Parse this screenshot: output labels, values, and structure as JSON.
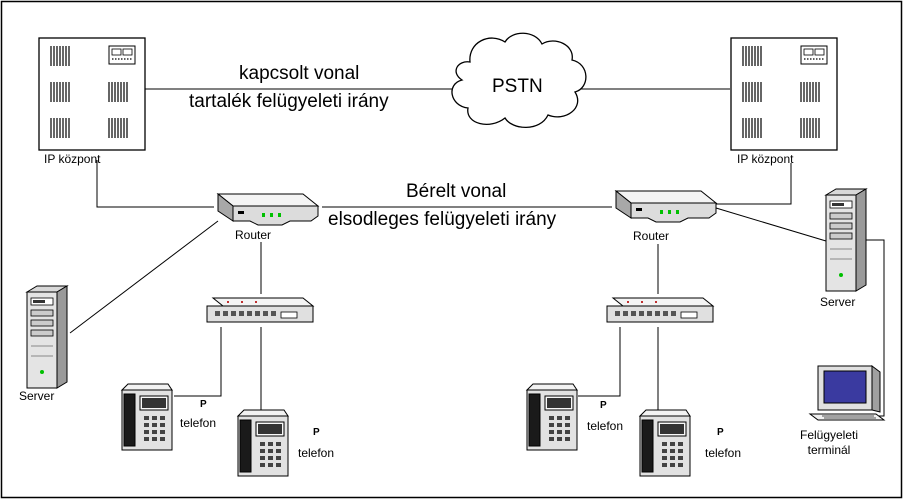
{
  "labels": {
    "kapcsolt_vonal": "kapcsolt vonal",
    "tartalek": "tartalék felügyeleti irány",
    "pstn": "PSTN",
    "berelt_vonal": "Bérelt vonal",
    "elsodleges": "elsodleges felügyeleti irány"
  },
  "pbx_left": {
    "label": "IP központ"
  },
  "pbx_right": {
    "label": "IP központ"
  },
  "router_left": {
    "label": "Router"
  },
  "router_right": {
    "label": "Router"
  },
  "server_left": {
    "label": "Server"
  },
  "server_right": {
    "label": "Server"
  },
  "terminal": {
    "label_line1": "Felügyeleti",
    "label_line2": "terminál"
  },
  "phones": [
    {
      "ip": "P",
      "label": "telefon"
    },
    {
      "ip": "P",
      "label": "telefon"
    },
    {
      "ip": "P",
      "label": "telefon"
    },
    {
      "ip": "P",
      "label": "telefon"
    }
  ],
  "colors": {
    "line": "#000000",
    "device_fill": "#e6e6e6",
    "led_green": "#00c000",
    "screen_blue": "#3a3aa0"
  }
}
